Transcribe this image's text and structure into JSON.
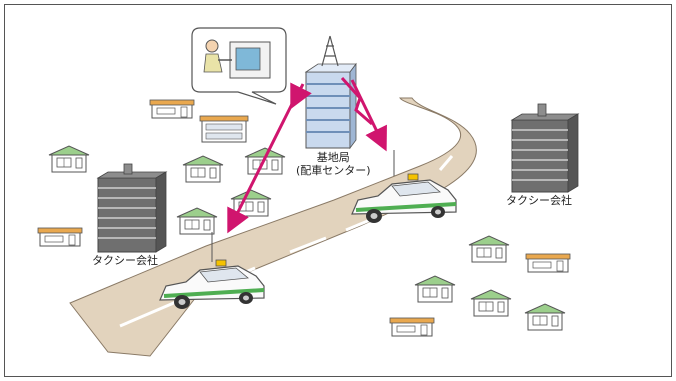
{
  "labels": {
    "base_station_line1": "基地局",
    "base_station_line2": "(配車センター)",
    "taxi_company_left": "タクシー会社",
    "taxi_company_right": "タクシー会社"
  },
  "colors": {
    "arrow": "#d0156e",
    "road": "#e2d3bd",
    "road_edge": "#8a7a66",
    "building_dark": "#6f6f6f",
    "building_light": "#c9d9ee",
    "house_roof_green": "#9ccf8c",
    "house_roof_orange": "#e9a84f",
    "car_stripe": "#4fae52",
    "bubble_screen": "#7fb8d8"
  },
  "icons": [
    "radio-tower-icon",
    "dispatcher-icon",
    "taxi-icon",
    "house-icon",
    "office-building-icon"
  ]
}
